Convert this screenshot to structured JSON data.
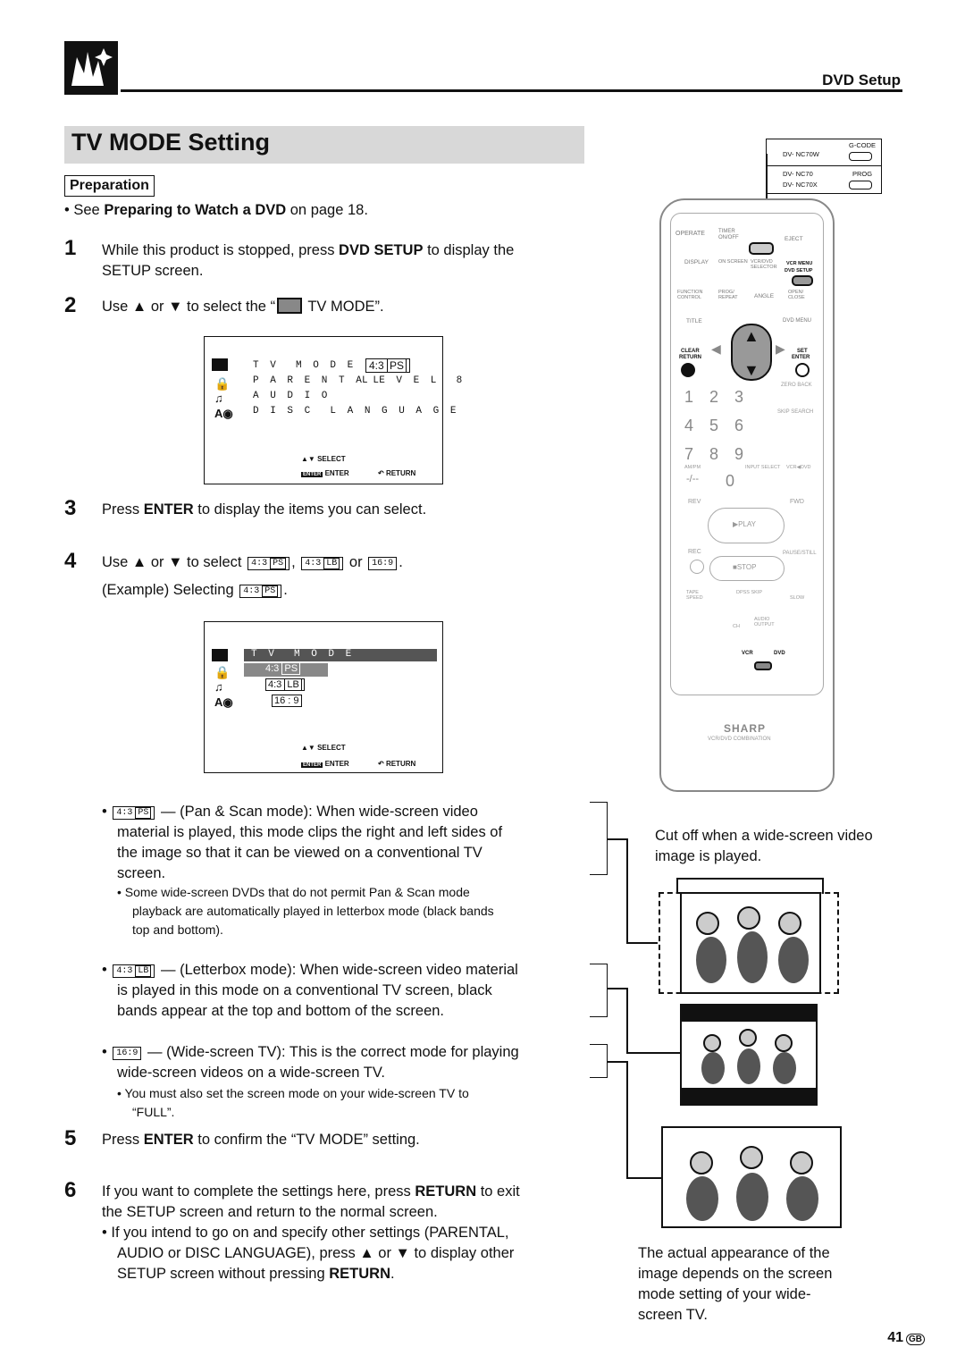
{
  "header": {
    "section": "DVD Setup",
    "title": "TV MODE Setting"
  },
  "preparation": {
    "label": "Preparation",
    "bullet_pre": "See ",
    "bullet_bold": "Preparing to Watch a DVD",
    "bullet_post": " on page 18."
  },
  "steps": [
    {
      "num": "1",
      "text_pre": "While this product is stopped, press ",
      "text_bold": "DVD SETUP",
      "text_post": " to display the",
      "line2": "SETUP screen."
    },
    {
      "num": "2",
      "text": "Use ▲ or ▼ to select the “",
      "text_post": " TV MODE”."
    },
    {
      "num": "3",
      "text_pre": "Press ",
      "text_bold": "ENTER",
      "text_post": " to display the items you can select."
    },
    {
      "num": "4",
      "text": "Use ▲ or ▼ to select",
      "sep1": ",",
      "sep2": "or",
      "end": ".",
      "example": "(Example) Selecting",
      "example_end": "."
    },
    {
      "num": "5",
      "text_pre": "Press ",
      "text_bold": "ENTER",
      "text_post": " to confirm the “TV MODE” setting."
    },
    {
      "num": "6",
      "text_pre": "If you want to complete the settings here, press ",
      "text_bold": "RETURN",
      "text_post": " to exit",
      "line2": "the SETUP screen and return to the normal screen.",
      "bullet": "If you intend to go on and specify other settings (PARENTAL,",
      "bullet2": "AUDIO or DISC LANGUAGE), press ▲ or ▼ to display other",
      "bullet3_pre": "SETUP screen without pressing ",
      "bullet3_bold": "RETURN",
      "bullet3_post": "."
    }
  ],
  "chips": {
    "ps_a": "4:3",
    "ps_b": "PS",
    "lb_a": "4:3",
    "lb_b": "LB",
    "wide": "16:9"
  },
  "screen1": {
    "rows": [
      "T V  M O D E",
      "P A R E N T A L",
      "A U D I O",
      "D I S C  L A N G U A G E"
    ],
    "value1": "4:3",
    "value1_box": "PS",
    "value2": "L E V E L  8",
    "select": "SELECT",
    "enter_key": "ENTER",
    "enter": "ENTER",
    "return": "RETURN"
  },
  "screen2": {
    "header": "T V  M O D E",
    "options": [
      "4:3 PS",
      "4:3 LB",
      "16 : 9"
    ],
    "opt1_a": "4:3",
    "opt1_b": "PS",
    "opt2_a": "4:3",
    "opt2_b": "LB",
    "opt3": "16 : 9",
    "select": "SELECT",
    "enter_key": "ENTER",
    "enter": "ENTER",
    "return": "RETURN"
  },
  "modes": {
    "ps_desc": "— (Pan & Scan mode): When wide-screen video",
    "ps_l2": "material is played, this mode clips the right and left sides of",
    "ps_l3": "the image so that it can be viewed on a conventional TV",
    "ps_l4": "screen.",
    "ps_note1": "Some wide-screen DVDs that do not permit Pan & Scan mode",
    "ps_note2": "playback are automatically played in letterbox mode (black bands",
    "ps_note3": "top and bottom).",
    "lb_desc": "— (Letterbox mode): When wide-screen video material",
    "lb_l2": "is played in this mode on a conventional TV screen, black",
    "lb_l3": "bands appear at the top and bottom of the screen.",
    "w_desc": "— (Wide-screen TV): This is the correct mode for playing",
    "w_l2": "wide-screen videos on a wide-screen TV.",
    "w_note1": "You must also set the screen mode on your wide-screen TV to",
    "w_note2": "“FULL”."
  },
  "side": {
    "cut1": "Cut off when a wide-screen video",
    "cut2": "image is played.",
    "actual1": "The actual appearance of the",
    "actual2": "image depends on the screen",
    "actual3": "mode setting of your wide-",
    "actual4": "screen TV."
  },
  "remote": {
    "m1": "DV- NC70W",
    "c1": "G-CODE",
    "m2": "DV- NC70",
    "m3": "DV- NC70X",
    "c2": "PROG",
    "labels": [
      "OPERATE",
      "TIMER ON/OFF",
      "EJECT",
      "DISPLAY",
      "ON SCREEN",
      "VCR/DVD SELECTOR",
      "VCR MENU",
      "DVD SETUP",
      "FUNCTION CONTROL",
      "PROG/ REPEAT",
      "ANGLE",
      "OPEN/ CLOSE",
      "TITLE",
      "DVD MENU",
      "CLEAR",
      "RETURN",
      "SET",
      "ENTER",
      "ZERO BACK",
      "SKIP SEARCH",
      "AM/PM",
      "INPUT SELECT",
      "VCR",
      "DVD",
      "REV",
      "FWD",
      "PLAY",
      "REC",
      "PAUSE/STILL",
      "STOP",
      "TAPE SPEED",
      "DPSS SKIP",
      "SLOW",
      "CH",
      "AUDIO OUTPUT"
    ],
    "digits": [
      "1",
      "2",
      "3",
      "4",
      "5",
      "6",
      "7",
      "8",
      "9",
      "-/--",
      "0"
    ],
    "brand": "SHARP",
    "combo": "VCR/DVD COMBINATION"
  },
  "footer": {
    "page": "41",
    "region": "GB"
  }
}
